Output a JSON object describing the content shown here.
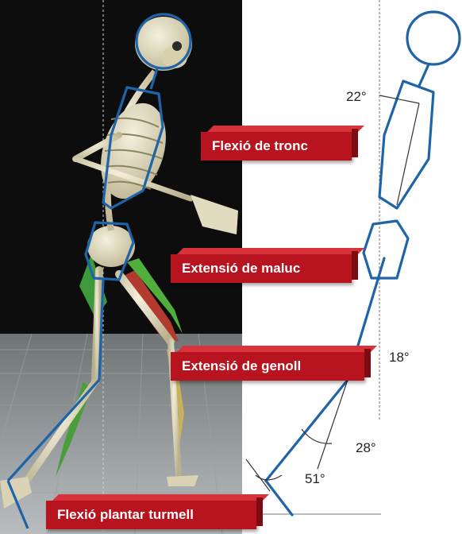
{
  "labels": {
    "trunk": "Flexió de tronc",
    "hip": "Extensió de maluc",
    "knee": "Extensió de genoll",
    "ankle": "Flexió plantar turmell"
  },
  "angles": {
    "trunk": "22°",
    "hip": "18°",
    "knee": "28°",
    "ankle": "51°"
  },
  "colors": {
    "label_red": "#b7141f",
    "stick_blue": "#1f63a8",
    "background_black": "#0d0d0d"
  }
}
